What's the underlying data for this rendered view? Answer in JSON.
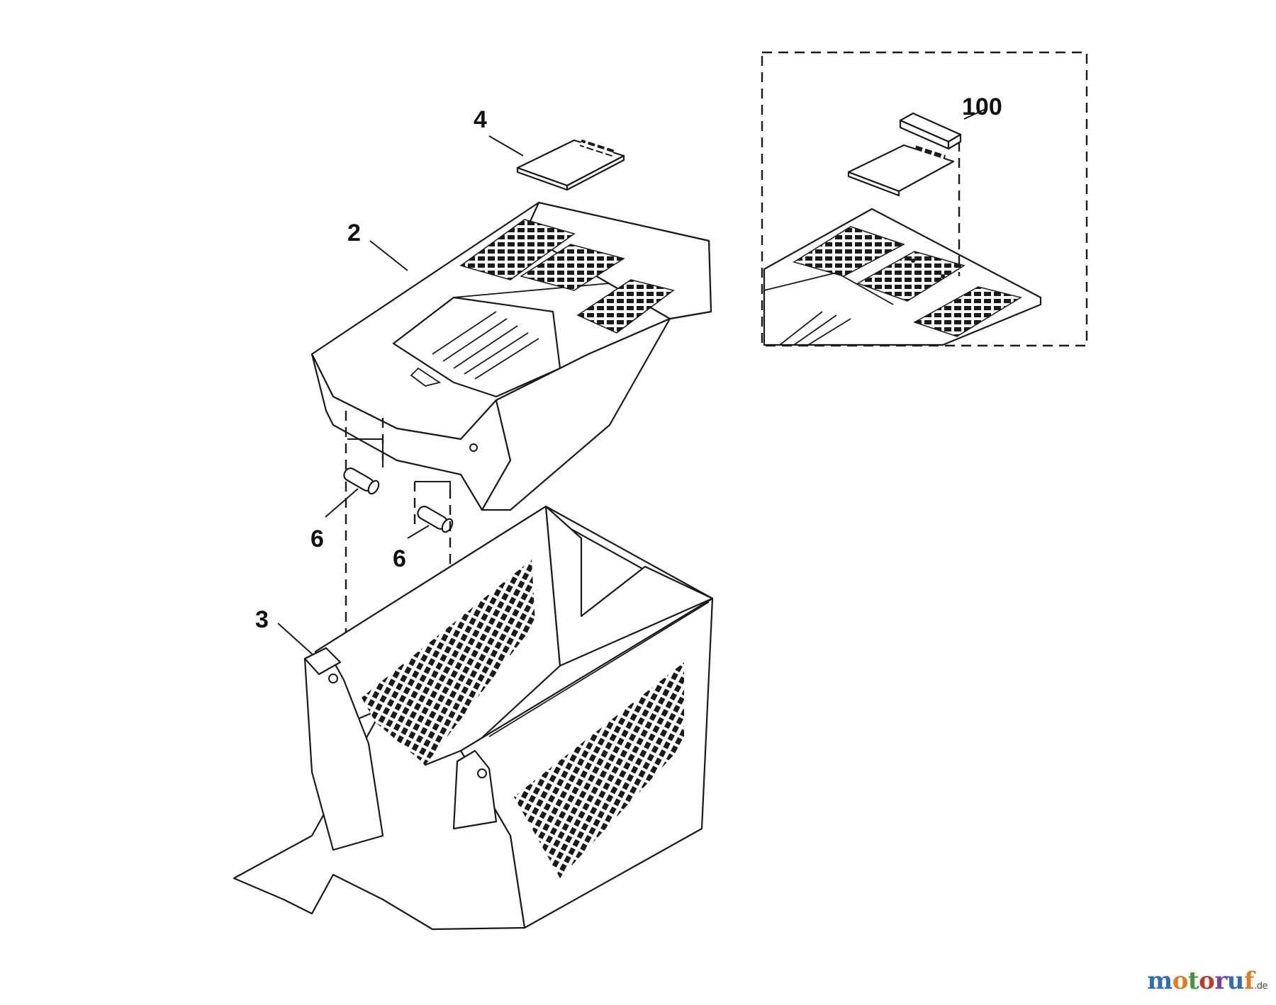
{
  "callouts": {
    "lid_insert": "4",
    "top_cover": "2",
    "pin_left": "6",
    "pin_right": "6",
    "basket": "3",
    "detail_cap": "100"
  },
  "watermark": {
    "letters": [
      "m",
      "o",
      "t",
      "o",
      "r",
      "u",
      "f"
    ],
    "colors": [
      "#2f6db5",
      "#e07b1f",
      "#3a9a3a",
      "#c0392b",
      "#7b3fa0",
      "#2f6db5",
      "#e07b1f"
    ],
    "tld": ".de"
  }
}
